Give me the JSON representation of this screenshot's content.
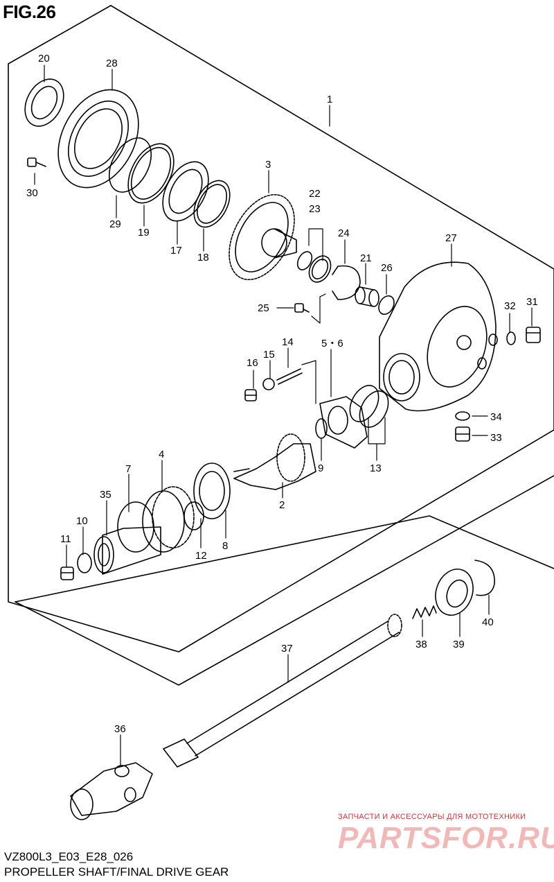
{
  "figure": {
    "title": "FIG.26",
    "code": "VZ800L3_E03_E28_026",
    "name": "PROPELLER SHAFT/FINAL DRIVE GEAR"
  },
  "watermark": {
    "tagline": "ЗАПЧАСТИ И АКСЕССУАРЫ ДЛЯ МОТОТЕХНИКИ",
    "logo": "PARTSFOR.RU"
  },
  "callouts": {
    "c1": "1",
    "c2": "2",
    "c3": "3",
    "c4": "4",
    "c56": "5・6",
    "c7": "7",
    "c8": "8",
    "c9": "9",
    "c10": "10",
    "c11": "11",
    "c12": "12",
    "c13": "13",
    "c14": "14",
    "c15": "15",
    "c16": "16",
    "c17": "17",
    "c18": "18",
    "c19": "19",
    "c20": "20",
    "c21": "21",
    "c22": "22",
    "c23": "23",
    "c24": "24",
    "c25": "25",
    "c26": "26",
    "c27": "27",
    "c28": "28",
    "c29": "29",
    "c30": "30",
    "c31": "31",
    "c32": "32",
    "c33": "33",
    "c34": "34",
    "c35": "35",
    "c36": "36",
    "c37": "37",
    "c38": "38",
    "c39": "39",
    "c40": "40"
  }
}
